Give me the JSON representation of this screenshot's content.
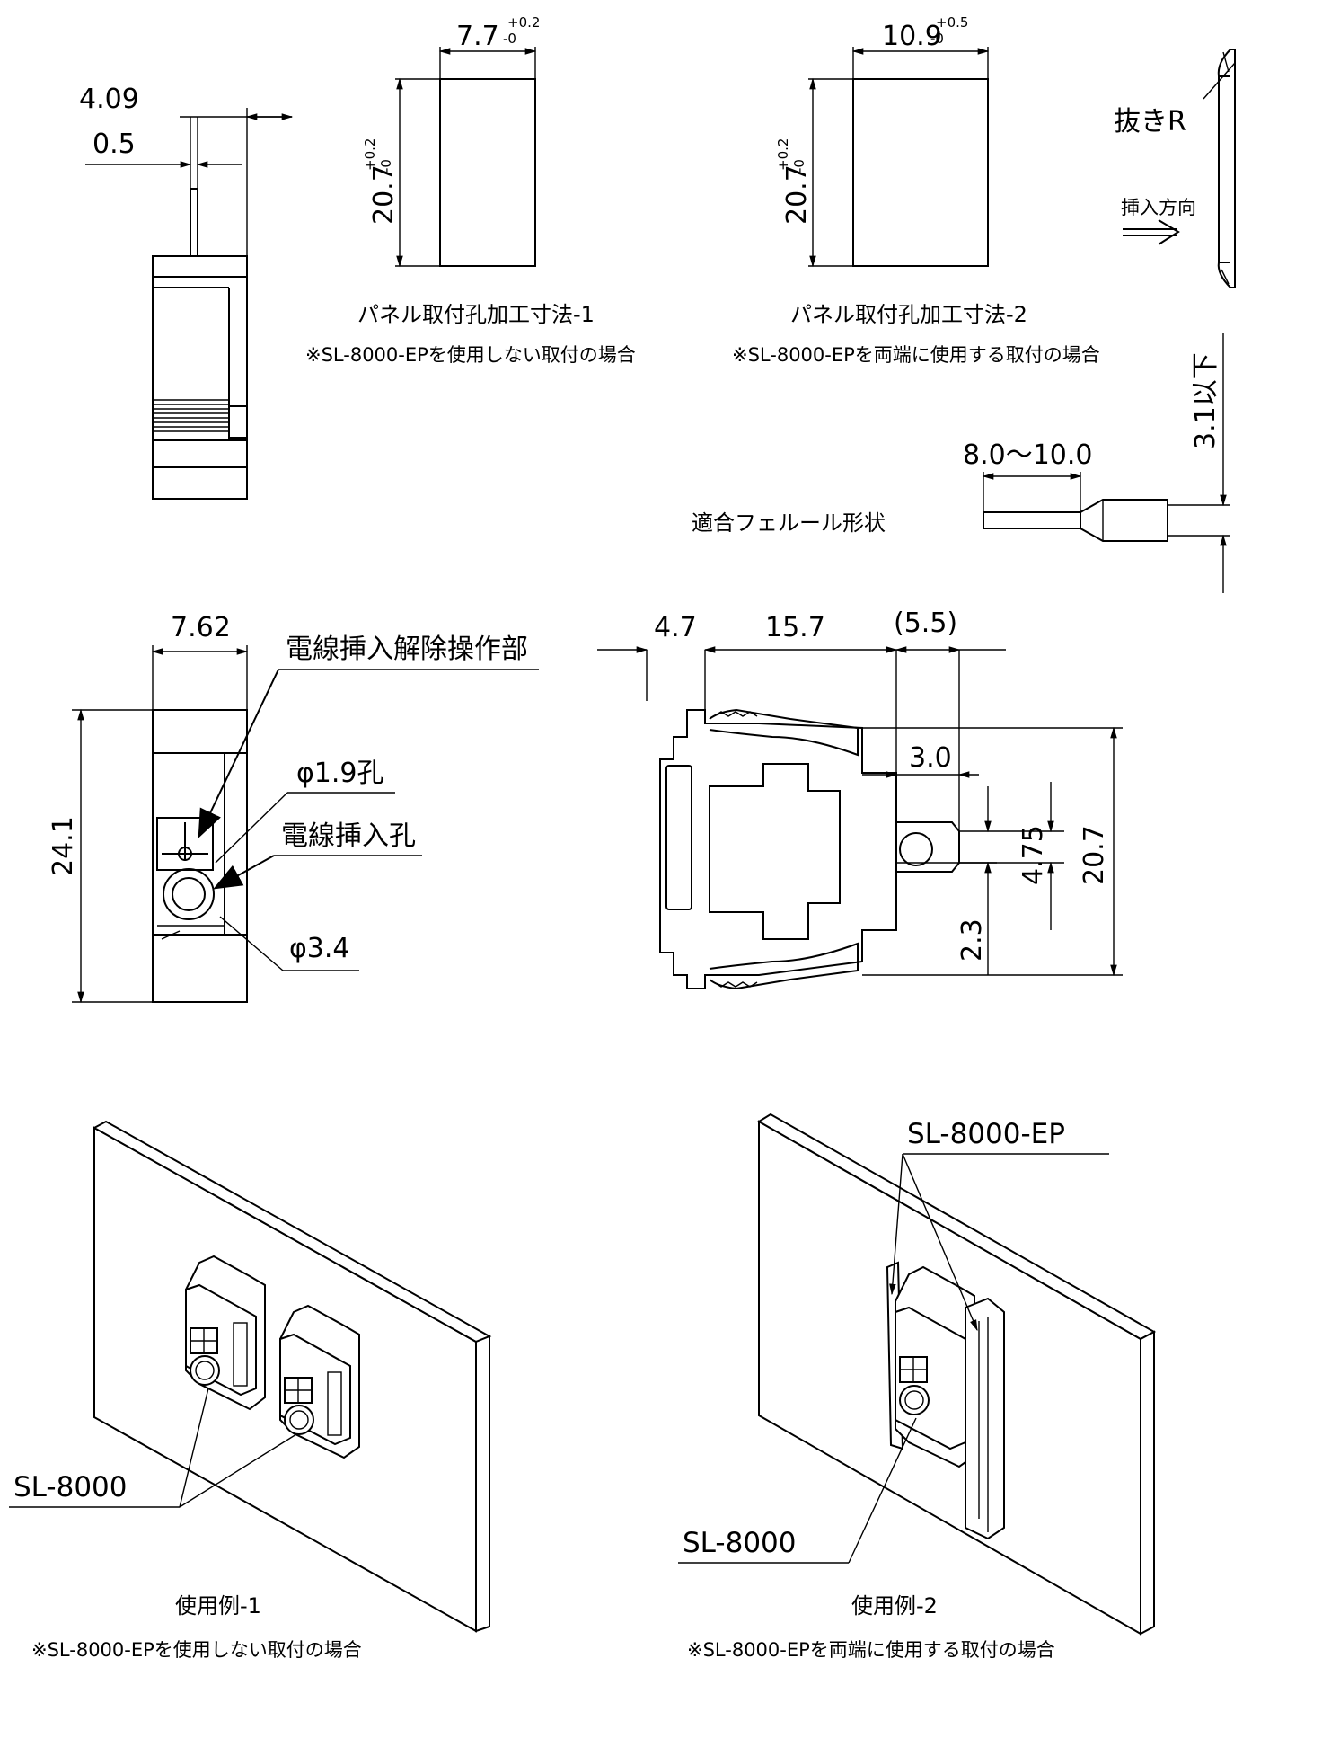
{
  "dims": {
    "d409": "4.09",
    "d05": "0.5",
    "hole1_w": "7.7",
    "hole1_w_tol_plus": "+0.2",
    "hole1_w_tol_minus": "-0",
    "hole1_h": "20.7",
    "hole1_h_tol_plus": "+0.2",
    "hole1_h_tol_minus": "-0",
    "hole2_w": "10.9",
    "hole2_w_tol_plus": "+0.5",
    "hole2_w_tol_minus": "-0",
    "hole2_h": "20.7",
    "hole2_h_tol_plus": "+0.2",
    "hole2_h_tol_minus": "-0",
    "d31": "3.1以下",
    "ferrule_len": "8.0～10.0",
    "d762": "7.62",
    "d241": "24.1",
    "d47": "4.7",
    "d157": "15.7",
    "d55": "(5.5)",
    "d30": "3.0",
    "d475": "4.75",
    "d207": "20.7",
    "d23": "2.3",
    "phi19": "φ1.9孔",
    "phi34": "φ3.4"
  },
  "labels": {
    "nuki_r": "抜きR",
    "insert_dir": "挿入方向",
    "ferrule_shape": "適合フェルール形状",
    "release_part": "電線挿入解除操作部",
    "wire_hole": "電線挿入孔",
    "sl8000_a": "SL-8000",
    "sl8000_b": "SL-8000",
    "sl8000ep": "SL-8000-EP"
  },
  "captions": {
    "panel1_title": "パネル取付孔加工寸法-1",
    "panel1_note": "※SL-8000-EPを使用しない取付の場合",
    "panel2_title": "パネル取付孔加工寸法-2",
    "panel2_note": "※SL-8000-EPを両端に使用する取付の場合",
    "example1_title": "使用例-1",
    "example1_note": "※SL-8000-EPを使用しない取付の場合",
    "example2_title": "使用例-2",
    "example2_note": "※SL-8000-EPを両端に使用する取付の場合"
  }
}
